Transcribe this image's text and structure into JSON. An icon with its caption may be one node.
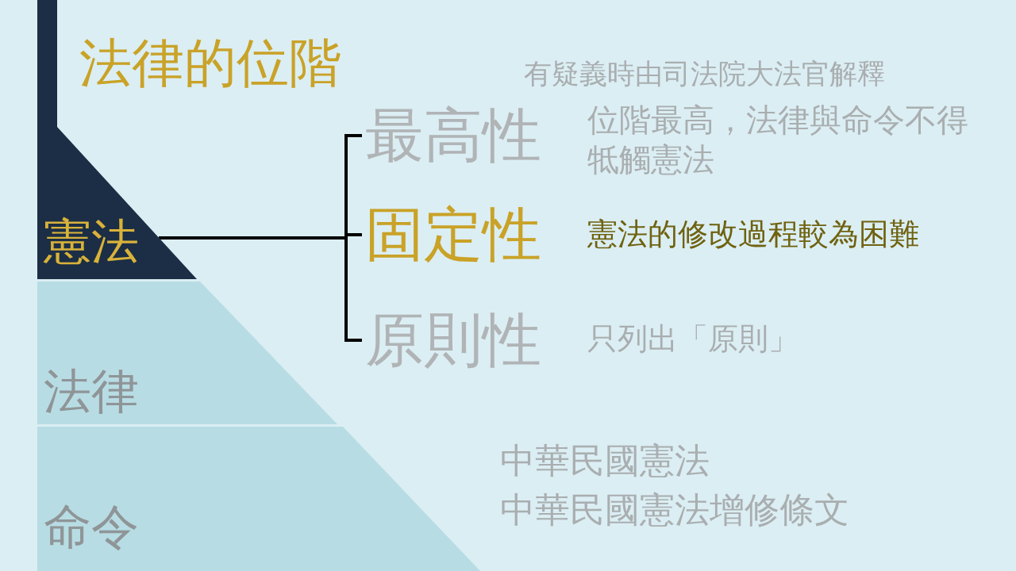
{
  "diagram": {
    "title": "法律的位階",
    "nodes": [
      {
        "text": [
          "憲法"
        ]
      },
      {
        "text": [
          "法律"
        ]
      },
      {
        "text": [
          "命令"
        ]
      },
      {
        "text": [
          "最高性"
        ],
        "beside": [
          "位階最高，法律與命令不得牴觸憲法"
        ]
      },
      {
        "text": [
          "固定性"
        ],
        "beside": [
          "憲法的修改過程較為困難"
        ]
      },
      {
        "text": [
          "原則性"
        ],
        "beside": [
          "只列出「原則」"
        ]
      }
    ],
    "edges": [
      {
        "from": 0,
        "to": 3,
        "arrow": "none"
      },
      {
        "from": 0,
        "to": 4,
        "arrow": "none"
      },
      {
        "from": 0,
        "to": 5,
        "arrow": "none"
      }
    ],
    "labels": [
      "有疑義時由司法院大法官解釋",
      "中華民國憲法",
      "中華民國憲法增修條文"
    ]
  }
}
